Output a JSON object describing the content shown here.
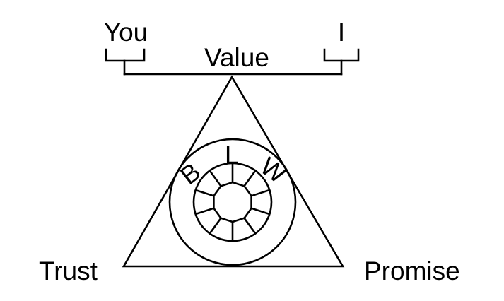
{
  "labels": {
    "you": "You",
    "i": "I",
    "value": "Value",
    "trust": "Trust",
    "promise": "Promise"
  },
  "logo": {
    "letters": [
      "B",
      "L",
      "W"
    ]
  },
  "colors": {
    "stroke": "#000000",
    "background": "#ffffff"
  }
}
